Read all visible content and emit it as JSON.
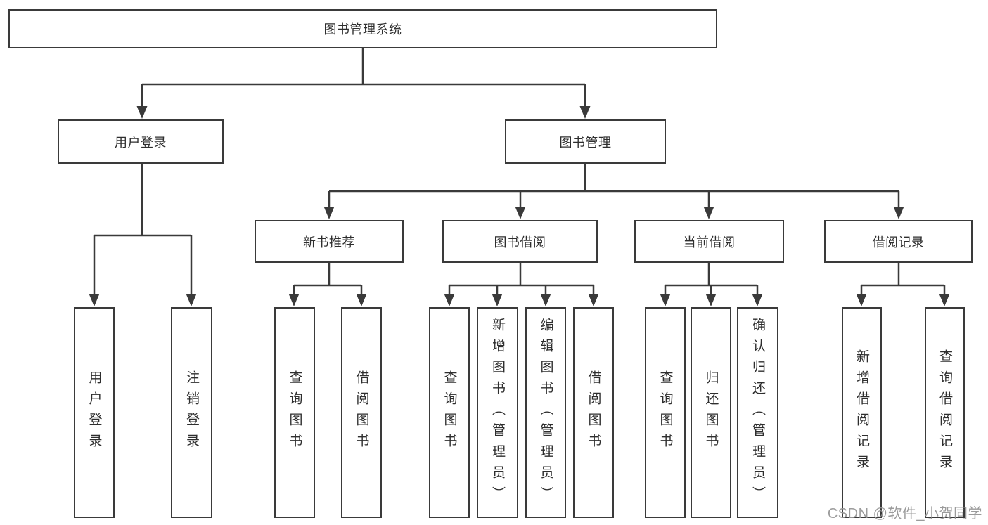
{
  "diagram": {
    "type": "hierarchy-tree",
    "title": "图书管理系统",
    "colors": {
      "line": "#3a3a3a",
      "box_border": "#3a3a3a",
      "box_fill": "#ffffff",
      "text": "#2e2e2e",
      "watermark": "#969696",
      "background": "#ffffff"
    },
    "tree": {
      "root": {
        "label": "图书管理系统"
      },
      "level2": [
        {
          "label": "用户登录",
          "parent": "图书管理系统"
        },
        {
          "label": "图书管理",
          "parent": "图书管理系统"
        }
      ],
      "level3": [
        {
          "label": "新书推荐",
          "parent": "图书管理"
        },
        {
          "label": "图书借阅",
          "parent": "图书管理"
        },
        {
          "label": "当前借阅",
          "parent": "图书管理"
        },
        {
          "label": "借阅记录",
          "parent": "图书管理"
        }
      ],
      "leaves": [
        {
          "label": "用户登录",
          "parent": "用户登录"
        },
        {
          "label": "注销登录",
          "parent": "用户登录"
        },
        {
          "label": "查询图书",
          "parent": "新书推荐"
        },
        {
          "label": "借阅图书",
          "parent": "新书推荐"
        },
        {
          "label": "查询图书",
          "parent": "图书借阅"
        },
        {
          "label": "新增图书（管理员）",
          "parent": "图书借阅"
        },
        {
          "label": "编辑图书（管理员）",
          "parent": "图书借阅"
        },
        {
          "label": "借阅图书",
          "parent": "图书借阅"
        },
        {
          "label": "查询图书",
          "parent": "当前借阅"
        },
        {
          "label": "归还图书",
          "parent": "当前借阅"
        },
        {
          "label": "确认归还（管理员）",
          "parent": "当前借阅"
        },
        {
          "label": "新增借阅记录",
          "parent": "借阅记录"
        },
        {
          "label": "查询借阅记录",
          "parent": "借阅记录"
        }
      ]
    }
  },
  "watermark": "CSDN @软件_小贺同学"
}
